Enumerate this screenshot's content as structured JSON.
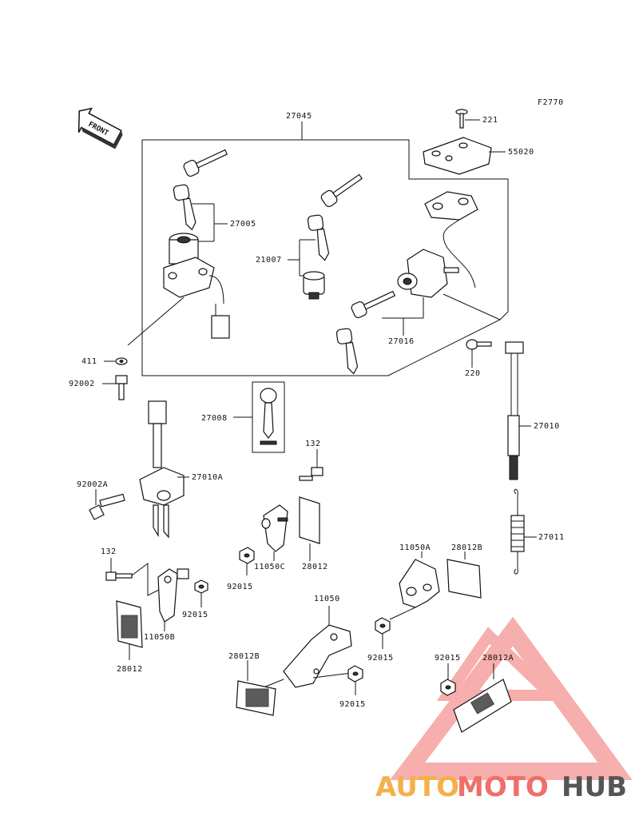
{
  "figure_code": "F2770",
  "front_label": "FRONT",
  "labels": {
    "l27045": "27045",
    "l221": "221",
    "l55020": "55020",
    "l27005": "27005",
    "l21007": "21007",
    "l27016": "27016",
    "l411": "411",
    "l92002": "92002",
    "l220": "220",
    "l27008": "27008",
    "l27010": "27010",
    "l132a": "132",
    "l27010A": "27010A",
    "l92002A": "92002A",
    "l27011": "27011",
    "l11050A": "11050A",
    "l28012B_a": "28012B",
    "l92015_a": "92015",
    "l11050C": "11050C",
    "l28012_a": "28012",
    "l132b": "132",
    "l92015_b": "92015",
    "l11050B": "11050B",
    "l28012_b": "28012",
    "l11050": "11050",
    "l92015_c": "92015",
    "l28012B_b": "28012B",
    "l92015_d": "92015",
    "l92015_e": "92015",
    "l28012A": "28012A"
  },
  "watermark": {
    "part1": "AUTO",
    "part2": "MOTO",
    "part3": "HUB",
    "color1": "#f5b04a",
    "color2": "#ef6f6a",
    "color3": "#555555"
  }
}
